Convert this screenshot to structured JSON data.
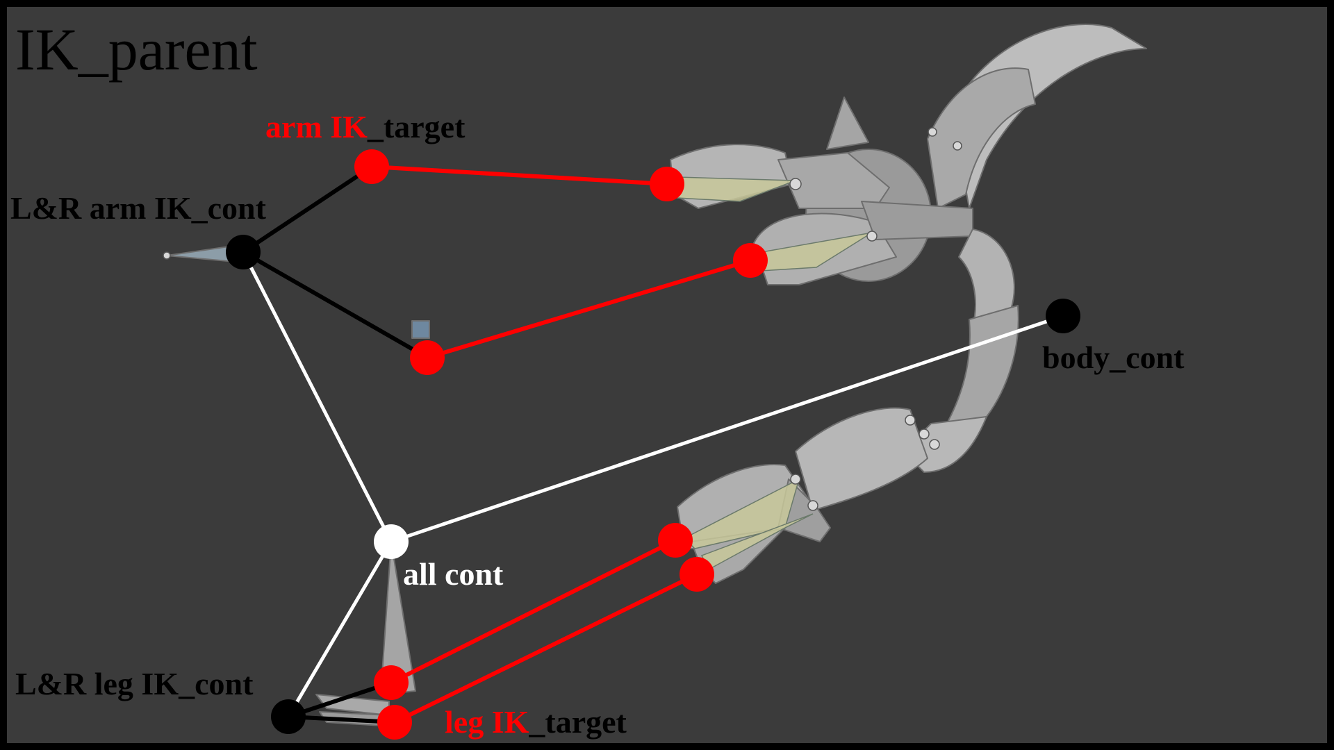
{
  "title": "IK_parent",
  "labels": {
    "arm_target_red": "arm IK",
    "arm_target_black": "_target",
    "arm_cont": "L&R arm IK_cont",
    "body_cont": "body_cont",
    "all_cont": "all cont",
    "leg_cont": "L&R leg IK_cont",
    "leg_target_red": "leg IK",
    "leg_target_black": "_target"
  },
  "colors": {
    "background": "#3b3b3b",
    "frame": "#000000",
    "ik_target": "#ff0000",
    "ik_cont": "#000000",
    "all_cont": "#ffffff",
    "mesh": "#b5b5b5",
    "bone": "#c8c89a"
  }
}
